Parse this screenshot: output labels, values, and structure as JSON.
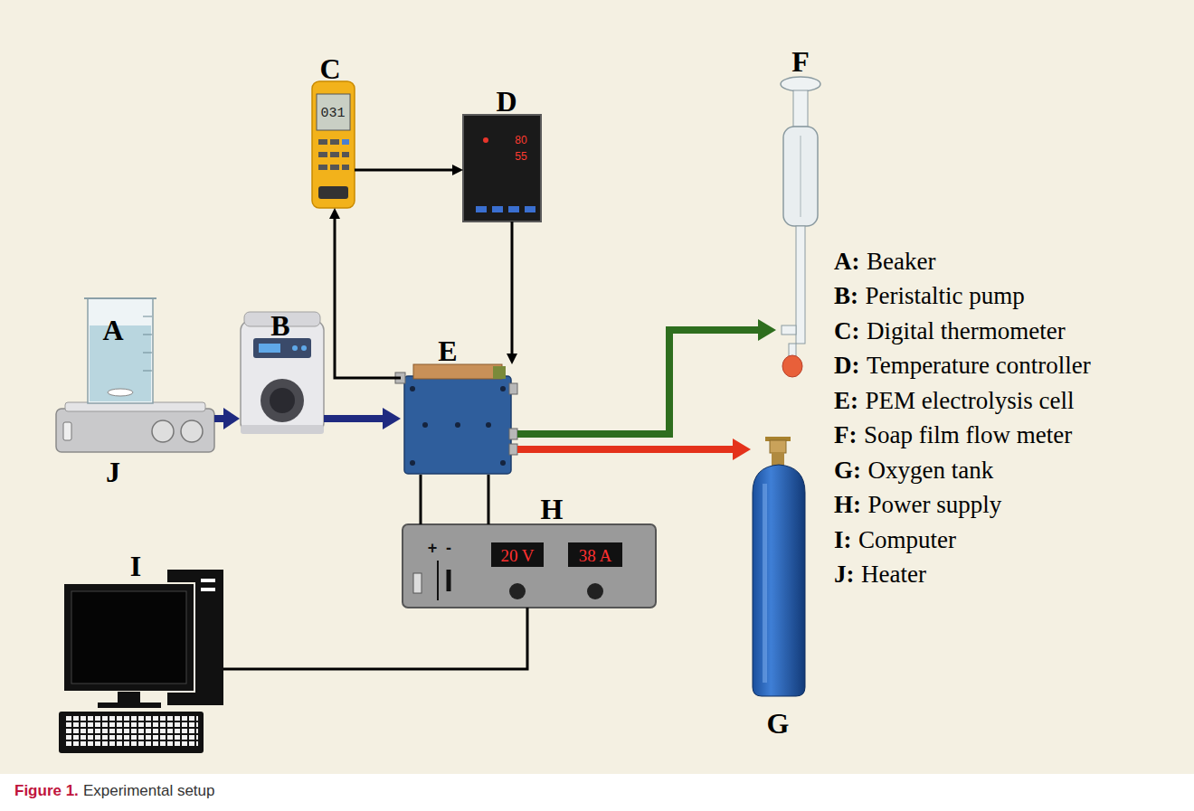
{
  "diagram": {
    "caption": "Experimental setup",
    "nodes": [
      {
        "text": [
          "C",
          "031"
        ]
      },
      {
        "text": [
          "D",
          "80",
          "55"
        ]
      },
      {
        "text": [
          "F"
        ]
      },
      {
        "text": [
          "A"
        ]
      },
      {
        "text": [
          "B"
        ]
      },
      {
        "text": [
          "E"
        ]
      },
      {
        "text": [
          "J"
        ]
      },
      {
        "text": [
          "H",
          "+",
          "-",
          "20 V",
          "38 A"
        ]
      },
      {
        "text": [
          "G"
        ]
      },
      {
        "text": [
          "I"
        ]
      }
    ],
    "edges": [
      {
        "from": 6,
        "to": 4,
        "arrow": "to"
      },
      {
        "from": 4,
        "to": 5,
        "arrow": "to"
      },
      {
        "from": 5,
        "to": 0,
        "arrow": "to"
      },
      {
        "from": 0,
        "to": 1,
        "arrow": "to"
      },
      {
        "from": 1,
        "to": 5,
        "arrow": "to"
      },
      {
        "from": 5,
        "to": 2,
        "arrow": "to"
      },
      {
        "from": 5,
        "to": 8,
        "arrow": "to"
      },
      {
        "from": 7,
        "to": 5,
        "arrow": "none"
      },
      {
        "from": 7,
        "to": 5,
        "arrow": "none"
      },
      {
        "from": 9,
        "to": 7,
        "arrow": "none"
      }
    ],
    "labels": [
      "A:",
      "Beaker",
      "B:",
      "Peristaltic pump",
      "C:",
      "Digital thermometer",
      "D:",
      "Temperature controller",
      "E:",
      "PEM electrolysis cell",
      "F:",
      "Soap film flow meter",
      "G:",
      "Oxygen tank",
      "H:",
      "Power supply",
      "I:",
      "Computer",
      "J:",
      "Heater",
      "Figure 1."
    ]
  }
}
